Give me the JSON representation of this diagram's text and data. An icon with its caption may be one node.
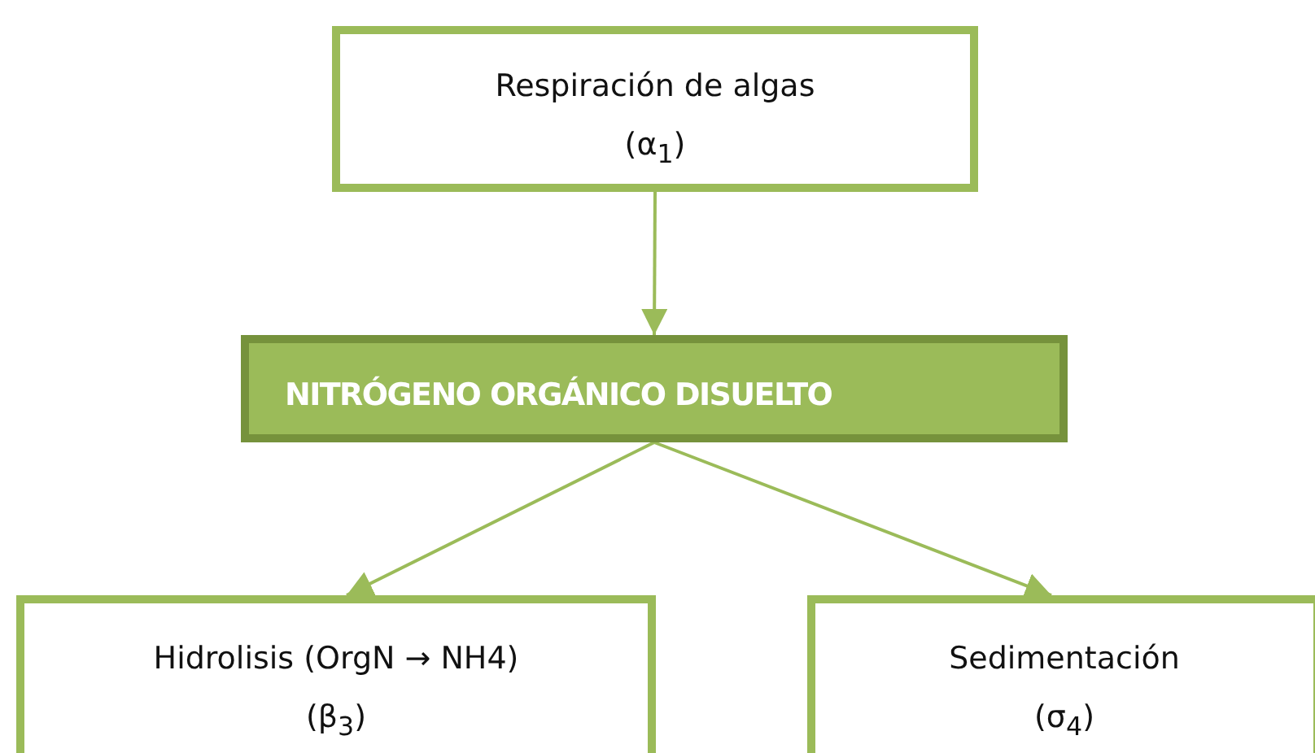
{
  "diagram": {
    "nodes": [
      {
        "text": [
          "Respiración de algas",
          "(α$_{1}$)"
        ]
      },
      {
        "text": [
          "NITRÓGENO ORGÁNICO DISUELTO"
        ]
      },
      {
        "text": [
          "Hidrolisis (OrgN → NH4)",
          "(β$_{3}$)"
        ]
      },
      {
        "text": [
          "Sedimentación",
          "(σ$_{4}$)"
        ]
      }
    ],
    "edges": [
      {
        "from": 0,
        "to": 1,
        "arrow": "to"
      },
      {
        "from": 1,
        "to": 2,
        "arrow": "to"
      },
      {
        "from": 1,
        "to": 3,
        "arrow": "to"
      }
    ]
  }
}
